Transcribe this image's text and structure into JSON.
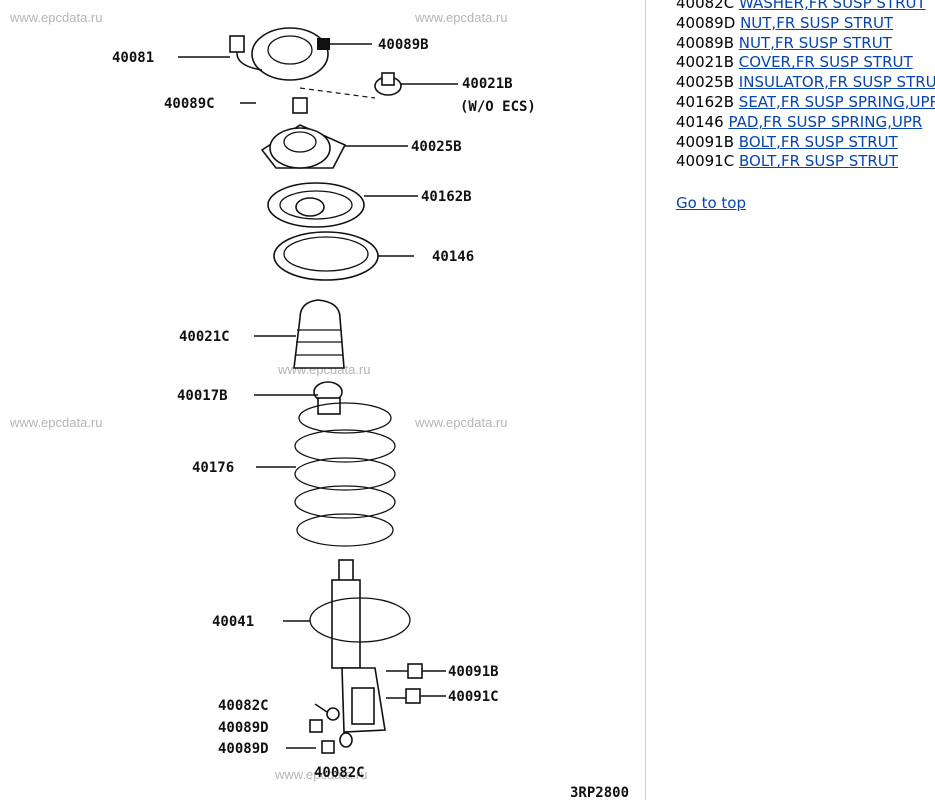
{
  "diagram": {
    "watermark": "www.epcdata.ru",
    "drawing_code": "3RP2800",
    "callouts": [
      "40081",
      "40089B",
      "40021B",
      "(W/O ECS)",
      "40089C",
      "40025B",
      "40162B",
      "40146",
      "40021C",
      "40017B",
      "40176",
      "40041",
      "40091B",
      "40091C",
      "40082C",
      "40089D",
      "40089D",
      "40082C"
    ]
  },
  "parts": [
    {
      "code": "40082C",
      "name": "WASHER,FR SUSP STRUT"
    },
    {
      "code": "40089D",
      "name": "NUT,FR SUSP STRUT"
    },
    {
      "code": "40089B",
      "name": "NUT,FR SUSP STRUT"
    },
    {
      "code": "40021B",
      "name": "COVER,FR SUSP STRUT"
    },
    {
      "code": "40025B",
      "name": "INSULATOR,FR SUSP STRUT"
    },
    {
      "code": "40162B",
      "name": "SEAT,FR SUSP SPRING,UPR"
    },
    {
      "code": "40146",
      "name": "PAD,FR SUSP SPRING,UPR"
    },
    {
      "code": "40091B",
      "name": "BOLT,FR SUSP STRUT"
    },
    {
      "code": "40091C",
      "name": "BOLT,FR SUSP STRUT"
    }
  ],
  "go_top_label": "Go to top",
  "colors": {
    "link": "#0645ad",
    "watermark": "#b5b5b5",
    "divider": "#d0d0d0"
  }
}
